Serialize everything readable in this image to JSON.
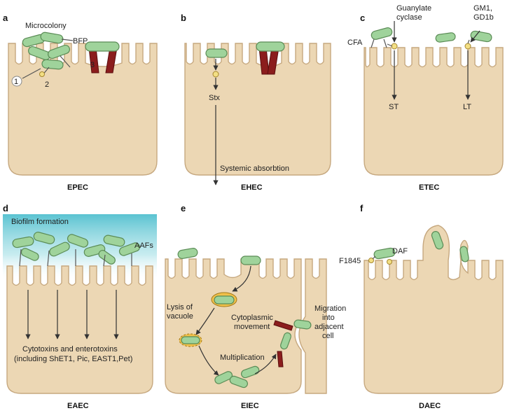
{
  "panels": {
    "a": {
      "letter": "a",
      "name": "EPEC",
      "labels": {
        "microcolony": "Microcolony",
        "bfp": "BFP",
        "n1": "1",
        "n2": "2",
        "n3": "3"
      }
    },
    "b": {
      "letter": "b",
      "name": "EHEC",
      "labels": {
        "stx": "Stx",
        "systemic": "Systemic absorbtion"
      }
    },
    "c": {
      "letter": "c",
      "name": "ETEC",
      "labels": {
        "guanylate1": "Guanylate",
        "guanylate2": "cyclase",
        "gm1": "GM1,",
        "gd1b": "GD1b",
        "cfa": "CFA",
        "st": "ST",
        "lt": "LT"
      }
    },
    "d": {
      "letter": "d",
      "name": "EAEC",
      "labels": {
        "biofilm": "Biofilm formation",
        "aafs": "AAFs",
        "toxins1": "Cytotoxins and enterotoxins",
        "toxins2": "(including ShET1, Pic, EAST1,Pet)"
      }
    },
    "e": {
      "letter": "e",
      "name": "EIEC",
      "labels": {
        "lysis1": "Lysis of",
        "lysis2": "vacuole",
        "cyto1": "Cytoplasmic",
        "cyto2": "movement",
        "multiplication": "Multiplication",
        "mig1": "Migration",
        "mig2": "into",
        "mig3": "adjacent",
        "mig4": "cell"
      }
    },
    "f": {
      "letter": "f",
      "name": "DAEC",
      "labels": {
        "f1845": "F1845",
        "daf": "DAF"
      }
    }
  },
  "colors": {
    "cell": "#ecd7b4",
    "bacterium": "#9fd39b",
    "biofilm": "#3db8c9",
    "pedestal": "#8b1d1d"
  }
}
